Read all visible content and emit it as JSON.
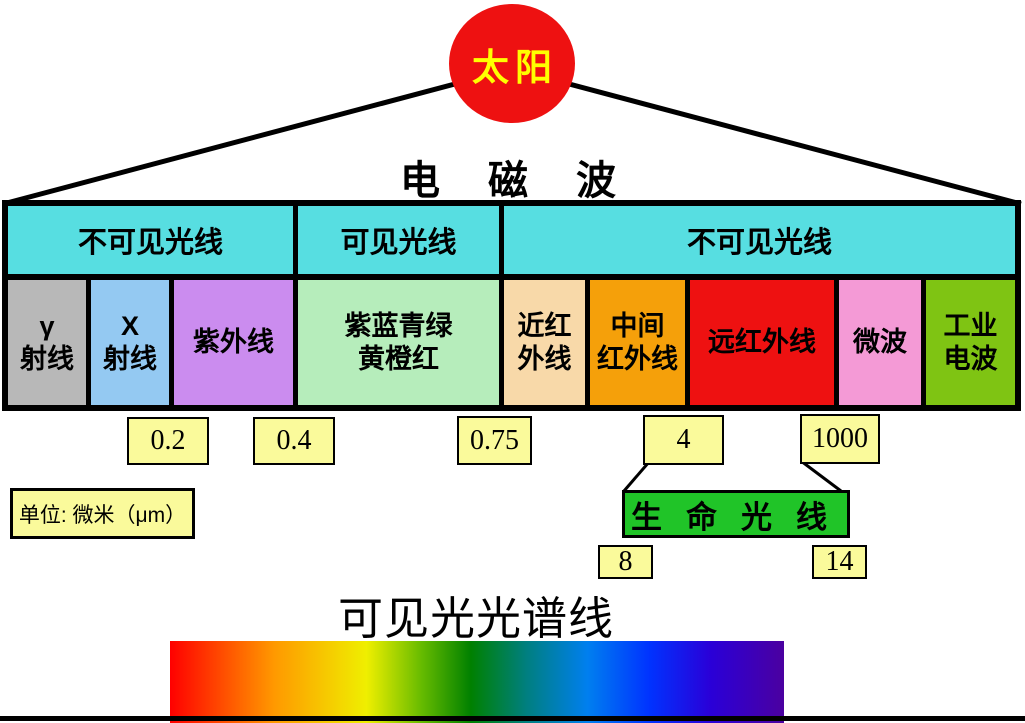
{
  "sun": {
    "label": "太阳",
    "color": "#EE1111",
    "text_color": "#FFFF00"
  },
  "em_wave": {
    "title": "电磁波"
  },
  "table": {
    "header_color": "#57DEE1",
    "headers": [
      {
        "label": "不可见光线"
      },
      {
        "label": "可见光线"
      },
      {
        "label": "不可见光线"
      }
    ],
    "cells": [
      {
        "label": "γ\n射线",
        "color": "#B8B8B8"
      },
      {
        "label": "X\n射线",
        "color": "#94C9F2"
      },
      {
        "label": "紫外线",
        "color": "#CB8CEF"
      },
      {
        "label": "紫蓝青绿\n黄橙红",
        "color": "#B6EDBB"
      },
      {
        "label": "近红\n外线",
        "color": "#F8D9A9"
      },
      {
        "label": "中间\n红外线",
        "color": "#F5A00A"
      },
      {
        "label": "远红外线",
        "color": "#EE1111"
      },
      {
        "label": "微波",
        "color": "#F49AD6"
      },
      {
        "label": "工业\n电波",
        "color": "#7FC413"
      }
    ]
  },
  "scale": {
    "box_color": "#FAFA9B",
    "markers": [
      "0.2",
      "0.4",
      "0.75",
      "4",
      "1000"
    ],
    "unit_label": "单位: 微米（μm）"
  },
  "life_rays": {
    "label": "生命光线",
    "color": "#20C428",
    "min": "8",
    "max": "14"
  },
  "spectrum": {
    "title": "可见光光谱线",
    "gradient_colors": [
      "#FF0000 0%",
      "#FF9900 17%",
      "#EFEF00 32%",
      "#66BB00 41%",
      "#008000 49%",
      "#007F7F 58%",
      "#007FEF 68%",
      "#0033FF 78%",
      "#2A00D8 88%",
      "#4B00A0 100%"
    ]
  }
}
